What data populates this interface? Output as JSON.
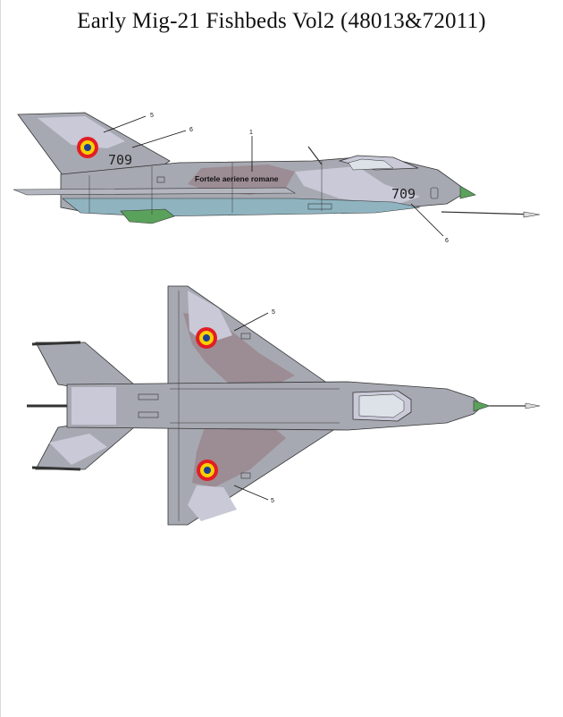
{
  "title": "Early Mig-21 Fishbeds Vol2 (48013&72011)",
  "side_view": {
    "serial_tail": "709",
    "serial_nose": "709",
    "lettering": "Fortele aeriene romane",
    "callouts": [
      "5",
      "6",
      "1",
      "6"
    ]
  },
  "top_view": {
    "callouts": [
      "5",
      "5"
    ]
  },
  "colors": {
    "camo_grey": "#a7a9b2",
    "camo_light": "#c9c9d8",
    "camo_brown": "#9c8c93",
    "underside_blue": "#8fb4c0",
    "green": "#5aa15b",
    "roundel_red": "#e21d25",
    "roundel_yellow": "#f7d100",
    "roundel_blue": "#1c3f94"
  }
}
